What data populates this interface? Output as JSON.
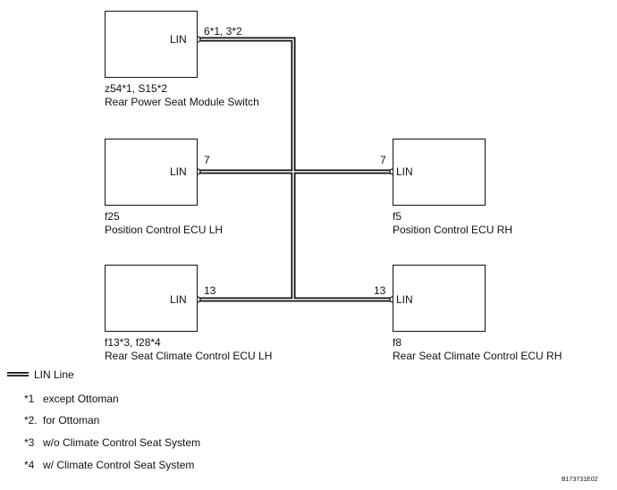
{
  "components": {
    "module_switch": {
      "pin_label": "LIN",
      "pin_number": "6*1, 3*2",
      "code": "z54*1, S15*2",
      "name": "Rear Power Seat Module Switch"
    },
    "pos_lh": {
      "pin_label": "LIN",
      "pin_number": "7",
      "code": "f25",
      "name": "Position Control ECU LH"
    },
    "pos_rh": {
      "pin_label": "LIN",
      "pin_number": "7",
      "code": "f5",
      "name": "Position Control ECU RH"
    },
    "clim_lh": {
      "pin_label": "LIN",
      "pin_number": "13",
      "code": "f13*3, f28*4",
      "name": "Rear Seat Climate Control ECU LH"
    },
    "clim_rh": {
      "pin_label": "LIN",
      "pin_number": "13",
      "code": "f8",
      "name": "Rear Seat Climate Control ECU RH"
    }
  },
  "legend": {
    "line_label": "LIN Line",
    "notes": [
      {
        "mark": "*1",
        "text": "except Ottoman"
      },
      {
        "mark": "*2.",
        "text": "for Ottoman"
      },
      {
        "mark": "*3",
        "text": "w/o Climate Control Seat System"
      },
      {
        "mark": "*4",
        "text": "w/ Climate Control Seat System"
      }
    ]
  },
  "figure_code": "B173731E02"
}
